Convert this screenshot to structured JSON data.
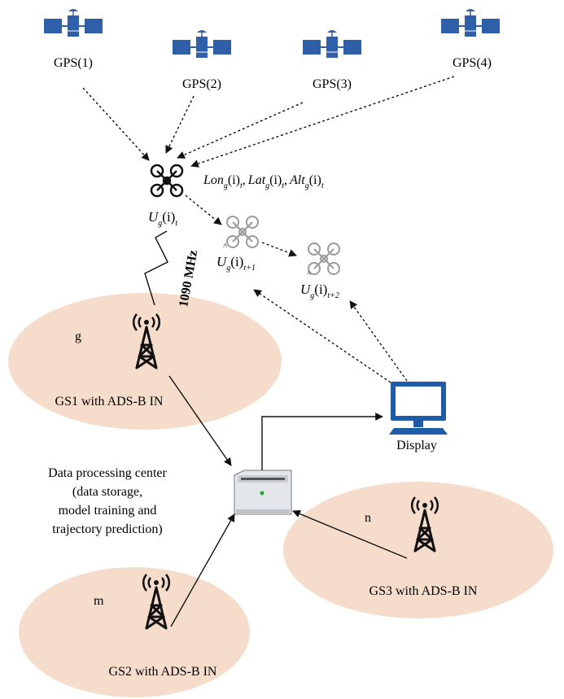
{
  "colors": {
    "satellite_blue": "#2f5fa8",
    "ground_ellipse": "#f6dccb",
    "display_blue": "#1f5ca8",
    "text": "#000000",
    "server_led": "#22aa22"
  },
  "satellites": [
    {
      "label": "GPS(1)"
    },
    {
      "label": "GPS(2)"
    },
    {
      "label": "GPS(3)"
    },
    {
      "label": "GPS(4)"
    }
  ],
  "uav": {
    "current_label": "U",
    "current_sub": "g",
    "current_arg": "(i)",
    "current_time": "t",
    "next1_time": "t+1",
    "next2_time": "t+2",
    "hat_symbol": "^",
    "coords": {
      "lon": "Lon",
      "lat": "Lat",
      "alt": "Alt",
      "sub": "g",
      "arg": "(i)",
      "time": "t",
      "sep": ","
    }
  },
  "link_label": "1090 MHz",
  "ground_stations": [
    {
      "label": "GS1 with ADS-B IN",
      "node": "g"
    },
    {
      "label": "GS2 with ADS-B IN",
      "node": "m"
    },
    {
      "label": "GS3 with ADS-B IN",
      "node": "n"
    }
  ],
  "display_label": "Display",
  "processing_center": [
    "Data processing center",
    "(data storage,",
    "model training and",
    "trajectory prediction)"
  ],
  "icons": {
    "satellite": "satellite-icon",
    "drone": "drone-icon",
    "tower": "radio-tower-icon",
    "server": "server-icon",
    "monitor": "monitor-icon"
  }
}
